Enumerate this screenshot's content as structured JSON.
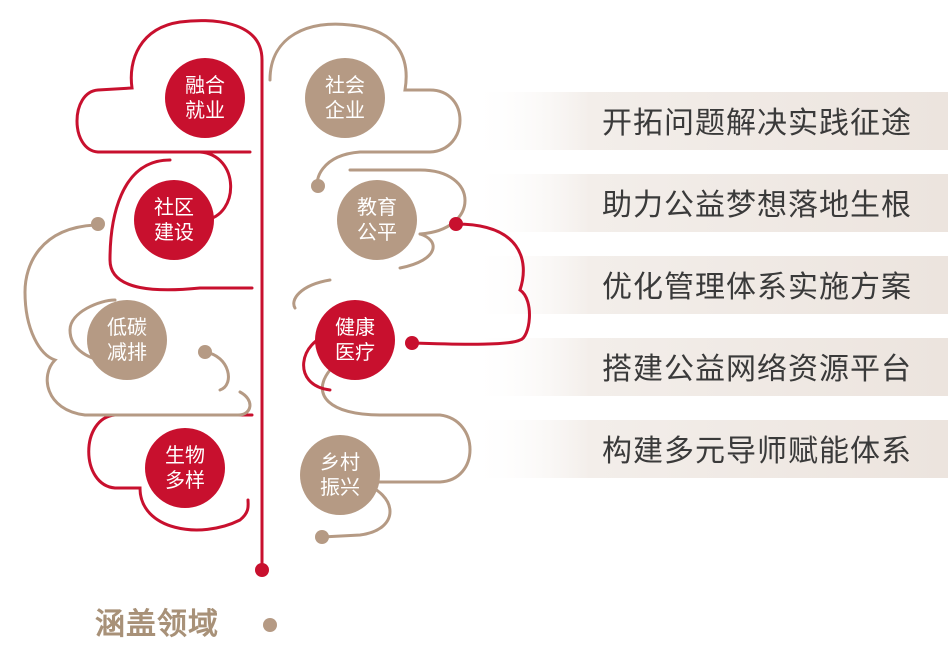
{
  "colors": {
    "red": "#c8102e",
    "tan": "#b59a84",
    "band_start": "#ffffff",
    "band_end": "#ece5e0",
    "band_text": "#3a3a3a",
    "cover_text": "#a89178"
  },
  "cover_label": "涵盖领域",
  "left_fields": [
    {
      "line1": "融合",
      "line2": "就业",
      "color": "red"
    },
    {
      "line1": "社区",
      "line2": "建设",
      "color": "red"
    },
    {
      "line1": "低碳",
      "line2": "减排",
      "color": "tan"
    },
    {
      "line1": "生物",
      "line2": "多样",
      "color": "red"
    }
  ],
  "right_fields": [
    {
      "line1": "社会",
      "line2": "企业",
      "color": "tan"
    },
    {
      "line1": "教育",
      "line2": "公平",
      "color": "tan"
    },
    {
      "line1": "健康",
      "line2": "医疗",
      "color": "red"
    },
    {
      "line1": "乡村",
      "line2": "振兴",
      "color": "tan"
    }
  ],
  "bands": [
    "开拓问题解决实践征途",
    "助力公益梦想落地生根",
    "优化管理体系实施方案",
    "搭建公益网络资源平台",
    "构建多元导师赋能体系"
  ]
}
